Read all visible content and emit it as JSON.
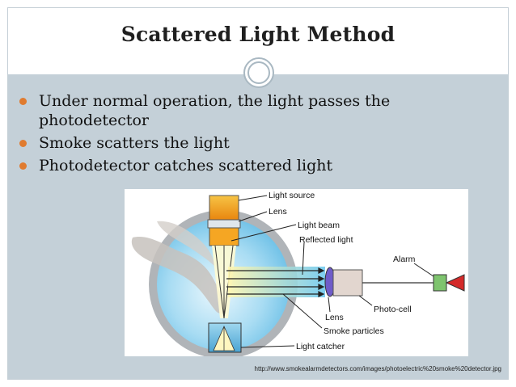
{
  "slide": {
    "title": "Scattered Light Method",
    "bullets": [
      "Under normal operation, the light passes the photodetector",
      "Smoke scatters the light",
      "Photodetector catches scattered light"
    ],
    "source_url": "http://www.smokealarmdetectors.com/images/photoelectric%20smoke%20detector.jpg"
  },
  "diagram": {
    "labels": {
      "light_source": "Light source",
      "lens_top": "Lens",
      "light_beam": "Light beam",
      "reflected_light": "Reflected light",
      "alarm": "Alarm",
      "photo_cell": "Photo-cell",
      "lens_bottom": "Lens",
      "smoke_particles": "Smoke particles",
      "light_catcher": "Light catcher"
    }
  },
  "colors": {
    "bullet": "#e07b2f",
    "content_background": "#c4d0d8",
    "chamber": "#8ed0ee",
    "light_source": "#f0a41c",
    "alarm_green": "#7ec46e",
    "alarm_red": "#d42a2a"
  }
}
